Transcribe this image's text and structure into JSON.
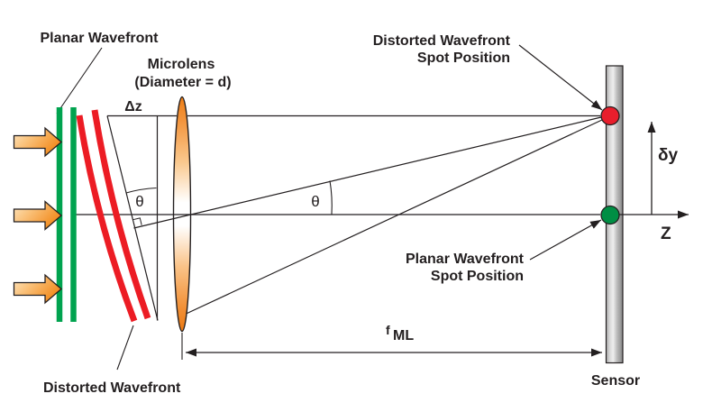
{
  "diagram": {
    "labels": {
      "planar_wavefront_top": "Planar Wavefront",
      "microlens_name": "Microlens",
      "microlens_diameter": "(Diameter = d)",
      "delta_z": "Δz",
      "theta_wavefront": "θ",
      "theta_ray": "θ",
      "distorted_spot_line1": "Distorted Wavefront",
      "distorted_spot_line2": "Spot Position",
      "planar_spot_line1": "Planar Wavefront",
      "planar_spot_line2": "Spot Position",
      "delta_y": "δy",
      "z_axis": "Z",
      "focal_length_symbol": "f",
      "focal_length_subscript": "ML",
      "sensor": "Sensor",
      "distorted_wavefront_bottom": "Distorted Wavefront"
    },
    "colors": {
      "planar_wavefront_green": "#00a34f",
      "distorted_wavefront_red": "#ec1c24",
      "distorted_spot_red": "#e81e2c",
      "planar_spot_green": "#008e44",
      "lens_orange": "#f6921e",
      "arrow_orange": "#f6921e",
      "sensor_gray": "#b7b7b7",
      "line_black": "#231f20"
    }
  }
}
